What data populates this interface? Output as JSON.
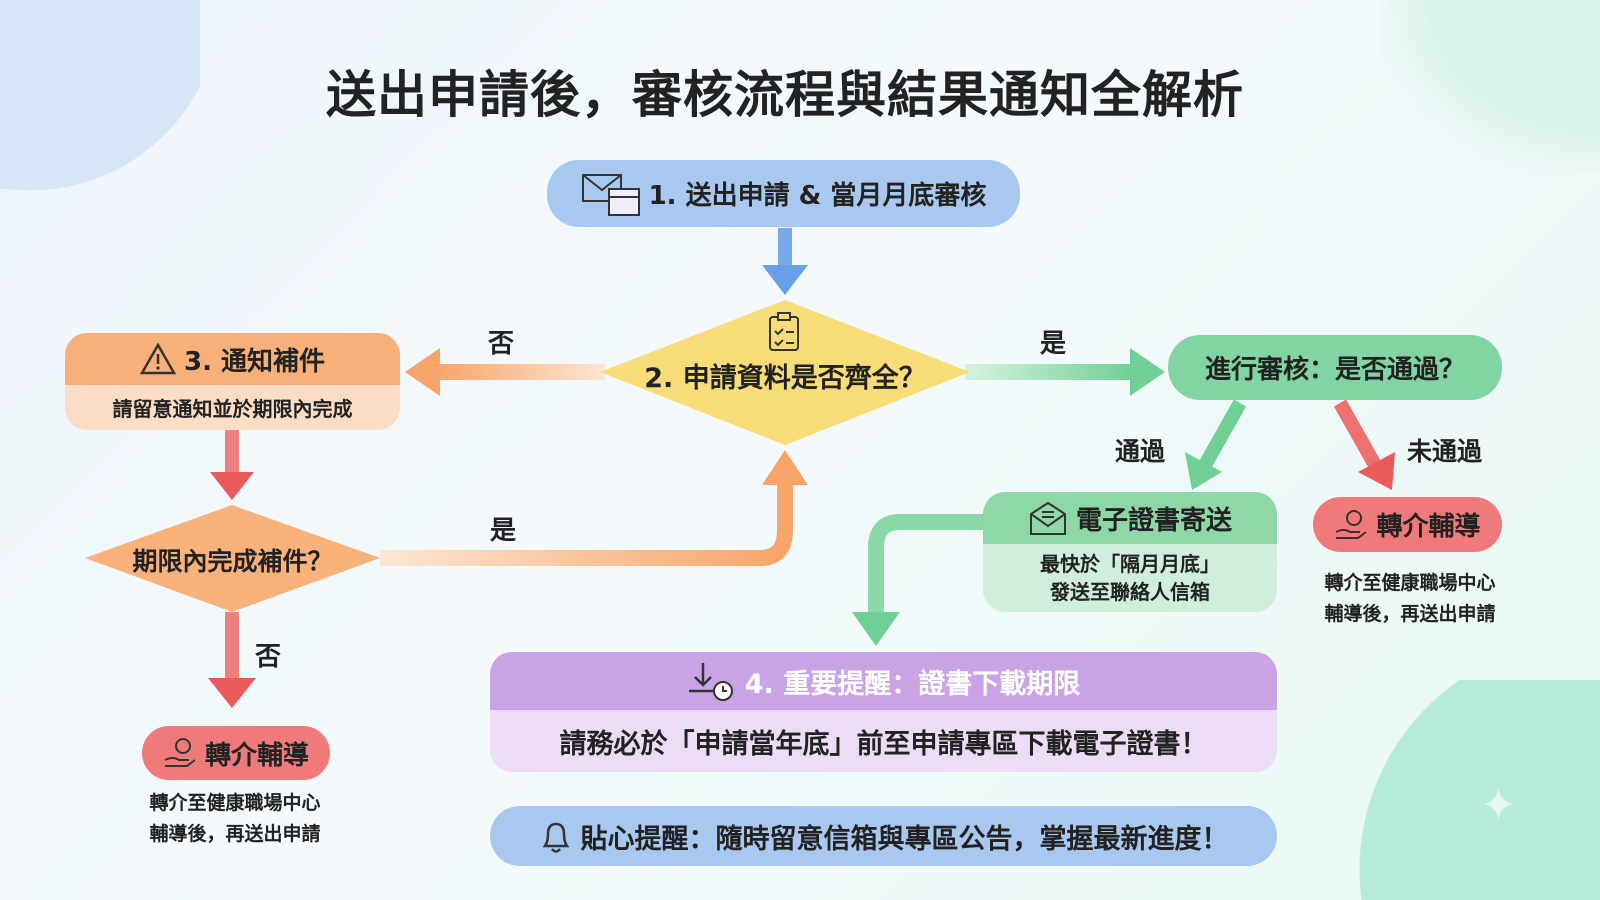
{
  "title": "送出申請後，審核流程與結果通知全解析",
  "step1": {
    "label": "1. 送出申請 & 當月月底審核",
    "icon": "mail-calendar-icon"
  },
  "step2": {
    "label": "2. 申請資料是否齊全？",
    "icon": "clipboard-check-icon",
    "no": "否",
    "yes": "是"
  },
  "review": {
    "label": "進行審核：是否通過？",
    "pass": "通過",
    "fail": "未通過"
  },
  "step3": {
    "label": "3. 通知補件",
    "desc": "請留意通知並於期限內完成",
    "icon": "warning-icon"
  },
  "deadline": {
    "label": "期限內完成補件？",
    "yes": "是",
    "no": "否"
  },
  "referral_left": {
    "label": "轉介輔導",
    "line1": "轉介至健康職場中心",
    "line2": "輔導後，再送出申請"
  },
  "certificate": {
    "label": "電子證書寄送",
    "line1": "最快於「隔月月底」",
    "line2": "發送至聯絡人信箱"
  },
  "referral_right": {
    "label": "轉介輔導",
    "line1": "轉介至健康職場中心",
    "line2": "輔導後，再送出申請"
  },
  "step4": {
    "label": "4. 重要提醒：證書下載期限",
    "desc": "請務必於「申請當年底」前至申請專區下載電子證書！"
  },
  "tip": {
    "label": "貼心提醒：隨時留意信箱與專區公告，掌握最新進度！"
  },
  "colors": {
    "blue": "#a9c8f0",
    "yellow": "#f8dc78",
    "orange": "#f8b07a",
    "green": "#86d6a6",
    "red": "#f07a7a",
    "purple": "#c9a3e6"
  }
}
